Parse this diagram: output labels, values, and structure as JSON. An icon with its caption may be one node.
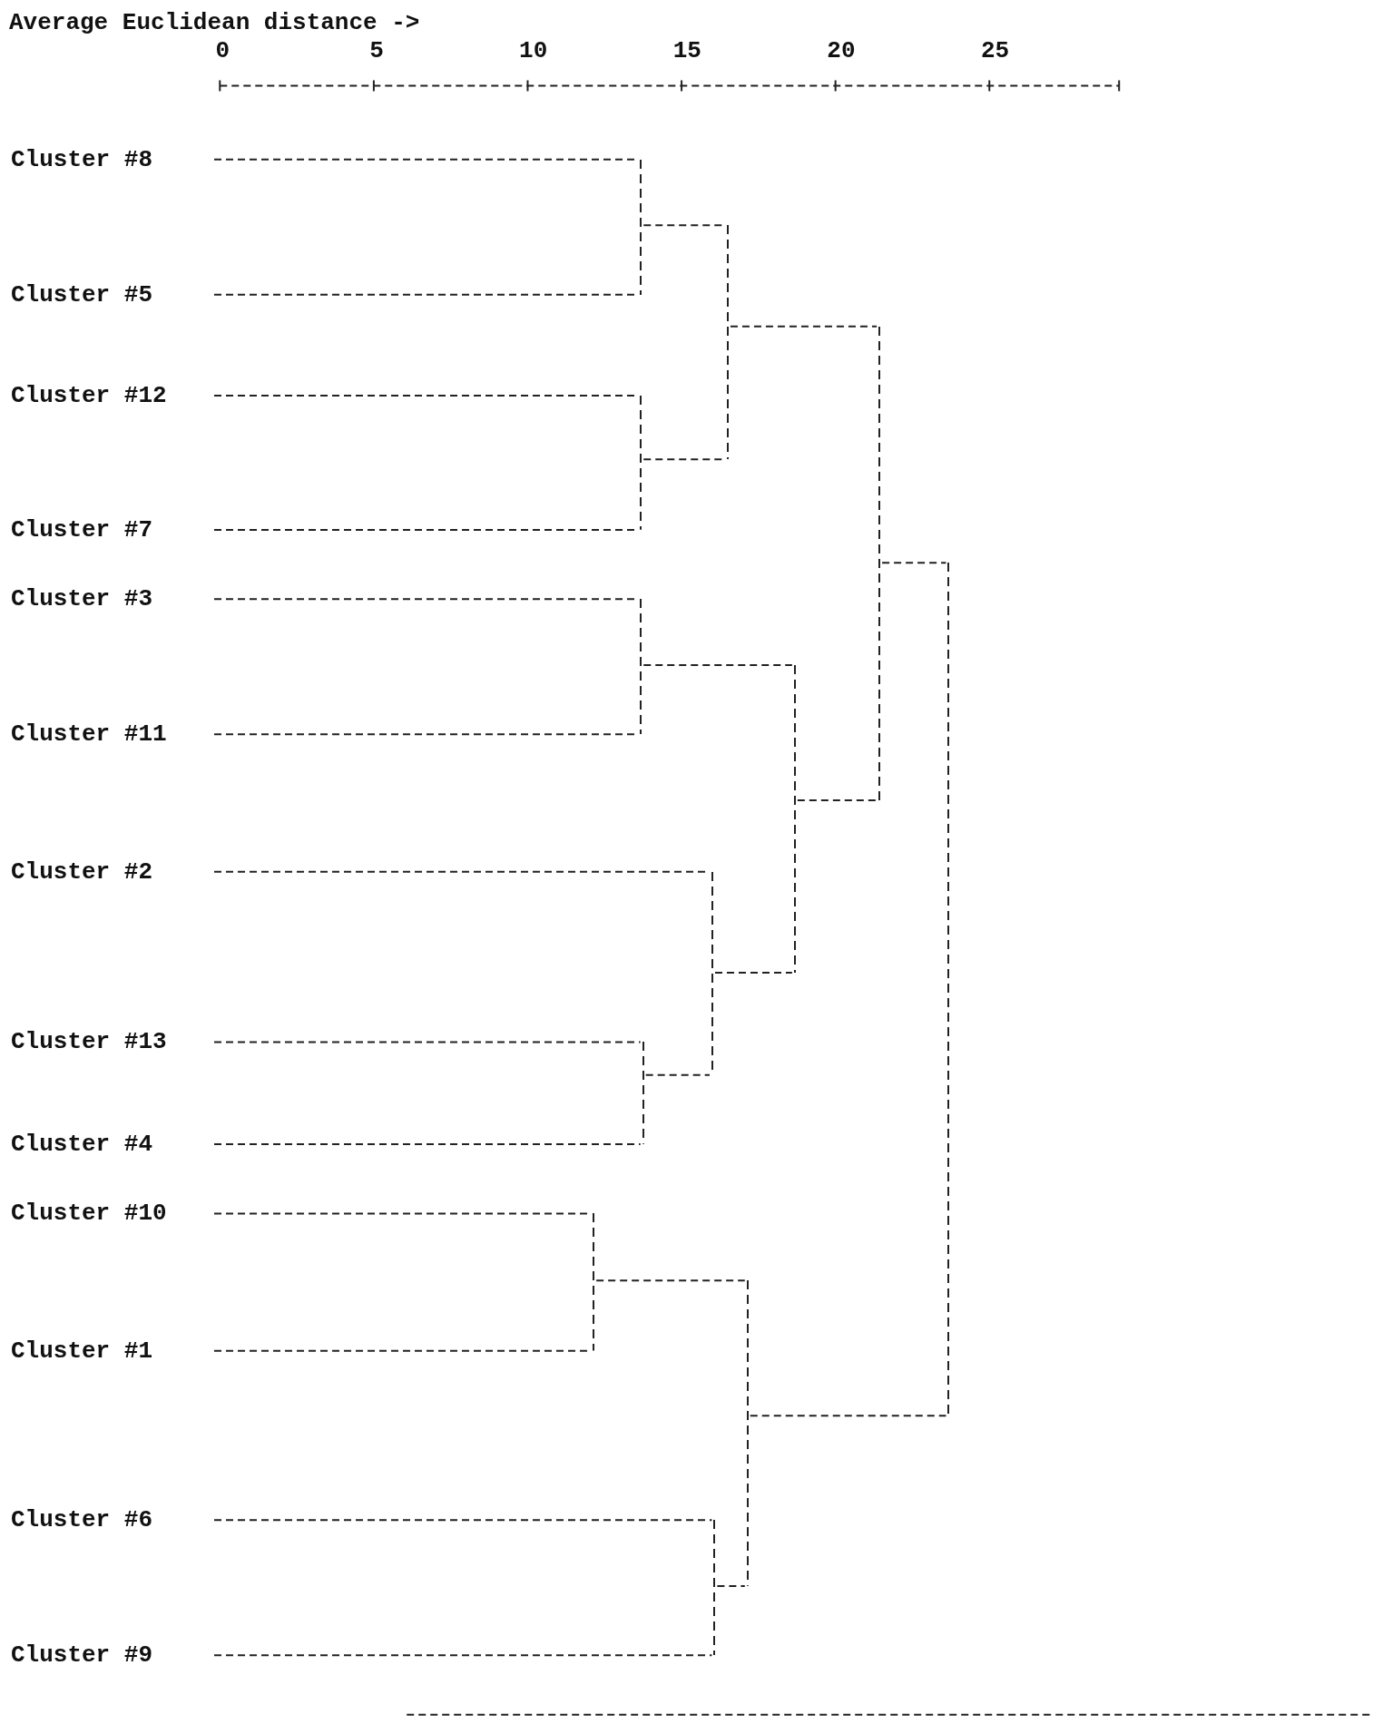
{
  "diagram": {
    "title": "Average Euclidean distance ->",
    "nodes": [
      {
        "text": [
          "Cluster #8"
        ]
      },
      {
        "text": [
          "Cluster #5"
        ]
      },
      {
        "text": [
          "Cluster #12"
        ]
      },
      {
        "text": [
          "Cluster #7"
        ]
      },
      {
        "text": [
          "Cluster #3"
        ]
      },
      {
        "text": [
          "Cluster #11"
        ]
      },
      {
        "text": [
          "Cluster #2"
        ]
      },
      {
        "text": [
          "Cluster #13"
        ]
      },
      {
        "text": [
          "Cluster #4"
        ]
      },
      {
        "text": [
          "Cluster #10"
        ]
      },
      {
        "text": [
          "Cluster #1"
        ]
      },
      {
        "text": [
          "Cluster #6"
        ]
      },
      {
        "text": [
          "Cluster #9"
        ]
      },
      {
        "text": [],
        "shape": "bar"
      },
      {
        "text": [],
        "shape": "bar"
      },
      {
        "text": [],
        "shape": "bar"
      },
      {
        "text": [],
        "shape": "bar"
      },
      {
        "text": [],
        "shape": "bar"
      },
      {
        "text": [],
        "shape": "bar"
      },
      {
        "text": [],
        "shape": "bar"
      },
      {
        "text": [],
        "shape": "bar"
      },
      {
        "text": [],
        "shape": "bar"
      },
      {
        "text": [],
        "shape": "bar"
      },
      {
        "text": [],
        "shape": "bar"
      },
      {
        "text": [],
        "shape": "bar"
      }
    ],
    "edges": [
      {
        "from": 0,
        "to": 13,
        "arrow": "none",
        "style": "dashed"
      },
      {
        "from": 1,
        "to": 13,
        "arrow": "none",
        "style": "dashed"
      },
      {
        "from": 2,
        "to": 14,
        "arrow": "none",
        "style": "dashed"
      },
      {
        "from": 3,
        "to": 14,
        "arrow": "none",
        "style": "dashed"
      },
      {
        "from": 13,
        "to": 15,
        "arrow": "none",
        "style": "dashed"
      },
      {
        "from": 14,
        "to": 15,
        "arrow": "none",
        "style": "dashed"
      },
      {
        "from": 4,
        "to": 16,
        "arrow": "none",
        "style": "dashed"
      },
      {
        "from": 5,
        "to": 16,
        "arrow": "none",
        "style": "dashed"
      },
      {
        "from": 7,
        "to": 17,
        "arrow": "none",
        "style": "dashed"
      },
      {
        "from": 8,
        "to": 17,
        "arrow": "none",
        "style": "dashed"
      },
      {
        "from": 6,
        "to": 18,
        "arrow": "none",
        "style": "dashed"
      },
      {
        "from": 17,
        "to": 18,
        "arrow": "none",
        "style": "dashed"
      },
      {
        "from": 16,
        "to": 19,
        "arrow": "none",
        "style": "dashed"
      },
      {
        "from": 18,
        "to": 19,
        "arrow": "none",
        "style": "dashed"
      },
      {
        "from": 15,
        "to": 20,
        "arrow": "none",
        "style": "dashed"
      },
      {
        "from": 19,
        "to": 20,
        "arrow": "none",
        "style": "dashed"
      },
      {
        "from": 9,
        "to": 21,
        "arrow": "none",
        "style": "dashed"
      },
      {
        "from": 10,
        "to": 21,
        "arrow": "none",
        "style": "dashed"
      },
      {
        "from": 11,
        "to": 22,
        "arrow": "none",
        "style": "dashed"
      },
      {
        "from": 12,
        "to": 22,
        "arrow": "none",
        "style": "dashed"
      },
      {
        "from": 21,
        "to": 23,
        "arrow": "none",
        "style": "dashed"
      },
      {
        "from": 22,
        "to": 23,
        "arrow": "none",
        "style": "dashed"
      },
      {
        "from": 20,
        "to": 24,
        "arrow": "none",
        "style": "dashed"
      },
      {
        "from": 23,
        "to": 24,
        "arrow": "none",
        "style": "dashed"
      }
    ],
    "labels": [
      "0",
      "5",
      "10",
      "15",
      "20",
      "25"
    ]
  }
}
